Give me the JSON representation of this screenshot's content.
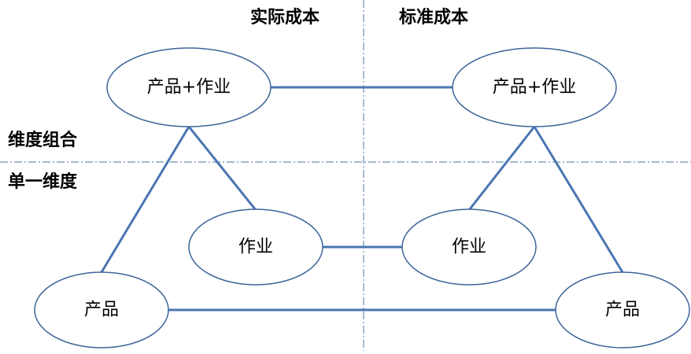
{
  "headers": {
    "actual_cost": "实际成本",
    "standard_cost": "标准成本",
    "dimension_combo": "维度组合",
    "single_dimension": "单一维度"
  },
  "nodes": {
    "left_top": "产品+作业",
    "right_top": "产品+作业",
    "left_middle": "作业",
    "right_middle": "作业",
    "left_bottom": "产品",
    "right_bottom": "产品"
  },
  "colors": {
    "connector": "#4a76b2",
    "ellipse_stroke": "#3e6499",
    "guide_line": "#6f8fb8",
    "text": "#000000",
    "background": "#ffffff"
  }
}
